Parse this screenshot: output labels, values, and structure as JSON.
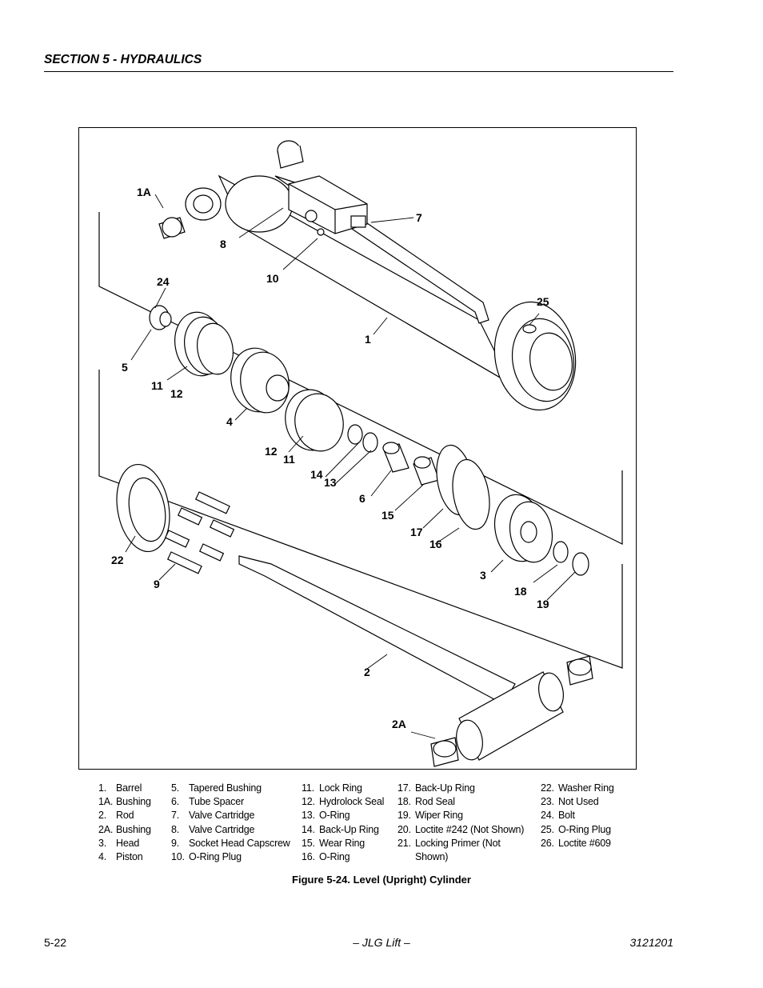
{
  "header": {
    "section": "SECTION 5 - HYDRAULICS"
  },
  "callouts": {
    "c1A": "1A",
    "c8": "8",
    "c7": "7",
    "c10": "10",
    "c24": "24",
    "c25": "25",
    "c1": "1",
    "c5": "5",
    "c11a": "11",
    "c12a": "12",
    "c4": "4",
    "c12b": "12",
    "c11b": "11",
    "c14": "14",
    "c13": "13",
    "c6": "6",
    "c15": "15",
    "c17": "17",
    "c16": "16",
    "c22": "22",
    "c9": "9",
    "c3": "3",
    "c18": "18",
    "c19": "19",
    "c2": "2",
    "c2A": "2A"
  },
  "legend": {
    "columns": [
      [
        {
          "num": "1.",
          "name": "Barrel"
        },
        {
          "num": "1A.",
          "name": "Bushing"
        },
        {
          "num": "2.",
          "name": "Rod"
        },
        {
          "num": "2A.",
          "name": "Bushing"
        },
        {
          "num": "3.",
          "name": "Head"
        },
        {
          "num": "4.",
          "name": "Piston"
        }
      ],
      [
        {
          "num": "5.",
          "name": "Tapered Bushing"
        },
        {
          "num": "6.",
          "name": "Tube Spacer"
        },
        {
          "num": "7.",
          "name": "Valve Cartridge"
        },
        {
          "num": "8.",
          "name": "Valve Cartridge"
        },
        {
          "num": "9.",
          "name": "Socket Head Capscrew"
        },
        {
          "num": "10.",
          "name": "O-Ring Plug"
        }
      ],
      [
        {
          "num": "11.",
          "name": "Lock Ring"
        },
        {
          "num": "12.",
          "name": "Hydrolock Seal"
        },
        {
          "num": "13.",
          "name": "O-Ring"
        },
        {
          "num": "14.",
          "name": "Back-Up Ring"
        },
        {
          "num": "15.",
          "name": "Wear Ring"
        },
        {
          "num": "16.",
          "name": "O-Ring"
        }
      ],
      [
        {
          "num": "17.",
          "name": "Back-Up Ring"
        },
        {
          "num": "18.",
          "name": "Rod Seal"
        },
        {
          "num": "19.",
          "name": "Wiper Ring"
        },
        {
          "num": "20.",
          "name": "Loctite #242 (Not Shown)"
        },
        {
          "num": "21.",
          "name": "Locking Primer (Not"
        },
        {
          "num": "",
          "name": "Shown)"
        }
      ],
      [
        {
          "num": "22.",
          "name": "Washer Ring"
        },
        {
          "num": "23.",
          "name": "Not Used"
        },
        {
          "num": "24.",
          "name": "Bolt"
        },
        {
          "num": "25.",
          "name": "O-Ring Plug"
        },
        {
          "num": "26.",
          "name": "Loctite #609"
        }
      ]
    ]
  },
  "caption": "Figure 5-24.  Level (Upright) Cylinder",
  "footer": {
    "page": "5-22",
    "brand": "– JLG Lift –",
    "doc_number": "3121201"
  }
}
